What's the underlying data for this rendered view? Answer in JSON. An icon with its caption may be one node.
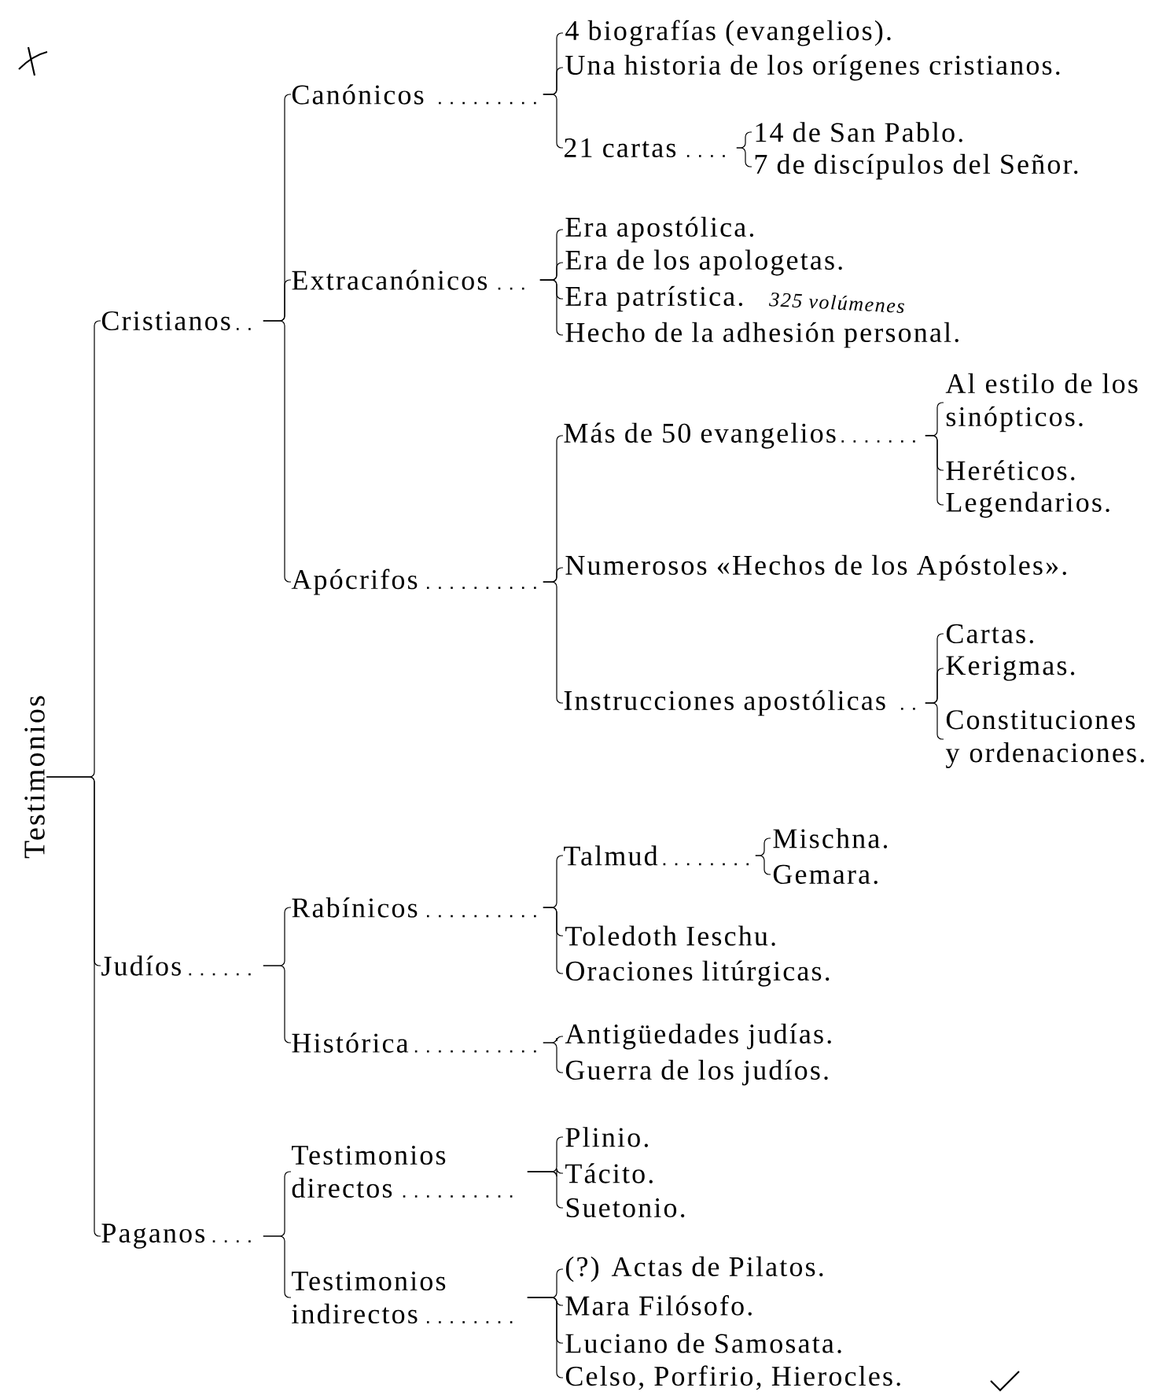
{
  "diagram": {
    "nodes": [
      {
        "text": [
          "Testimonios"
        ]
      },
      {
        "text": [
          "Cristianos"
        ]
      },
      {
        "text": [
          "Canónicos"
        ]
      },
      {
        "text": [
          "4 biografías (evangelios)."
        ]
      },
      {
        "text": [
          "Una historia de los orígenes cristianos."
        ]
      },
      {
        "text": [
          "21 cartas"
        ]
      },
      {
        "text": [
          "14 de San Pablo."
        ]
      },
      {
        "text": [
          "7 de discípulos del Señor."
        ]
      },
      {
        "text": [
          "Extracanónicos"
        ]
      },
      {
        "text": [
          "Era apostólica."
        ]
      },
      {
        "text": [
          "Era de los apologetas."
        ]
      },
      {
        "text": [
          "Era patrística."
        ]
      },
      {
        "text": [
          "Hecho de la adhesión personal."
        ]
      },
      {
        "text": [
          "Apócrifos"
        ]
      },
      {
        "text": [
          "Más de 50 evangelios"
        ]
      },
      {
        "text": [
          "Al estilo de los sinópticos."
        ]
      },
      {
        "text": [
          "Heréticos."
        ]
      },
      {
        "text": [
          "Legendarios."
        ]
      },
      {
        "text": [
          "Numerosos «Hechos de los Apóstoles»."
        ]
      },
      {
        "text": [
          "Instrucciones apostólicas"
        ]
      },
      {
        "text": [
          "Cartas."
        ]
      },
      {
        "text": [
          "Kerigmas."
        ]
      },
      {
        "text": [
          "Constituciones y ordenaciones."
        ]
      },
      {
        "text": [
          "Judíos"
        ]
      },
      {
        "text": [
          "Rabínicos"
        ]
      },
      {
        "text": [
          "Talmud"
        ]
      },
      {
        "text": [
          "Mischna."
        ]
      },
      {
        "text": [
          "Gemara."
        ]
      },
      {
        "text": [
          "Toledoth Ieschu."
        ]
      },
      {
        "text": [
          "Oraciones litúrgicas."
        ]
      },
      {
        "text": [
          "Histórica"
        ]
      },
      {
        "text": [
          "Antigüedades judías."
        ]
      },
      {
        "text": [
          "Guerra de los judíos."
        ]
      },
      {
        "text": [
          "Paganos"
        ]
      },
      {
        "text": [
          "Testimonios directos"
        ]
      },
      {
        "text": [
          "Plinio."
        ]
      },
      {
        "text": [
          "Tácito."
        ]
      },
      {
        "text": [
          "Suetonio."
        ]
      },
      {
        "text": [
          "Testimonios indirectos"
        ]
      },
      {
        "text": [
          "(?) Actas de Pilatos."
        ]
      },
      {
        "text": [
          "Mara Filósofo."
        ]
      },
      {
        "text": [
          "Luciano de Samosata."
        ]
      },
      {
        "text": [
          "Celso, Porfirio, Hierocles."
        ]
      }
    ],
    "edges": [
      {
        "from": 0,
        "to": 1,
        "arrow": "none"
      },
      {
        "from": 0,
        "to": 23,
        "arrow": "none"
      },
      {
        "from": 0,
        "to": 33,
        "arrow": "none"
      },
      {
        "from": 1,
        "to": 2,
        "arrow": "none"
      },
      {
        "from": 1,
        "to": 8,
        "arrow": "none"
      },
      {
        "from": 1,
        "to": 13,
        "arrow": "none"
      },
      {
        "from": 2,
        "to": 3,
        "arrow": "none"
      },
      {
        "from": 2,
        "to": 4,
        "arrow": "none"
      },
      {
        "from": 2,
        "to": 5,
        "arrow": "none"
      },
      {
        "from": 5,
        "to": 6,
        "arrow": "none"
      },
      {
        "from": 5,
        "to": 7,
        "arrow": "none"
      },
      {
        "from": 8,
        "to": 9,
        "arrow": "none"
      },
      {
        "from": 8,
        "to": 10,
        "arrow": "none"
      },
      {
        "from": 8,
        "to": 11,
        "arrow": "none"
      },
      {
        "from": 8,
        "to": 12,
        "arrow": "none"
      },
      {
        "from": 13,
        "to": 14,
        "arrow": "none"
      },
      {
        "from": 13,
        "to": 18,
        "arrow": "none"
      },
      {
        "from": 13,
        "to": 19,
        "arrow": "none"
      },
      {
        "from": 14,
        "to": 15,
        "arrow": "none"
      },
      {
        "from": 14,
        "to": 16,
        "arrow": "none"
      },
      {
        "from": 14,
        "to": 17,
        "arrow": "none"
      },
      {
        "from": 19,
        "to": 20,
        "arrow": "none"
      },
      {
        "from": 19,
        "to": 21,
        "arrow": "none"
      },
      {
        "from": 19,
        "to": 22,
        "arrow": "none"
      },
      {
        "from": 23,
        "to": 24,
        "arrow": "none"
      },
      {
        "from": 23,
        "to": 30,
        "arrow": "none"
      },
      {
        "from": 24,
        "to": 25,
        "arrow": "none"
      },
      {
        "from": 24,
        "to": 28,
        "arrow": "none"
      },
      {
        "from": 24,
        "to": 29,
        "arrow": "none"
      },
      {
        "from": 25,
        "to": 26,
        "arrow": "none"
      },
      {
        "from": 25,
        "to": 27,
        "arrow": "none"
      },
      {
        "from": 30,
        "to": 31,
        "arrow": "none"
      },
      {
        "from": 30,
        "to": 32,
        "arrow": "none"
      },
      {
        "from": 33,
        "to": 34,
        "arrow": "none"
      },
      {
        "from": 33,
        "to": 38,
        "arrow": "none"
      },
      {
        "from": 34,
        "to": 35,
        "arrow": "none"
      },
      {
        "from": 34,
        "to": 36,
        "arrow": "none"
      },
      {
        "from": 34,
        "to": 37,
        "arrow": "none"
      },
      {
        "from": 38,
        "to": 39,
        "arrow": "none"
      },
      {
        "from": 38,
        "to": 40,
        "arrow": "none"
      },
      {
        "from": 38,
        "to": 41,
        "arrow": "none"
      },
      {
        "from": 38,
        "to": 42,
        "arrow": "none"
      }
    ],
    "labels": [
      "325 volúmenes"
    ]
  }
}
